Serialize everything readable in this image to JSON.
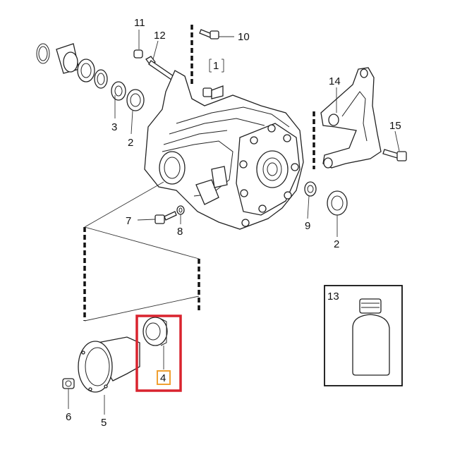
{
  "diagram": {
    "callouts": {
      "p1": "1",
      "p2a": "2",
      "p2b": "2",
      "p3": "3",
      "p4": "4",
      "p5": "5",
      "p6": "6",
      "p7": "7",
      "p8": "8",
      "p9": "9",
      "p10": "10",
      "p11": "11",
      "p12": "12",
      "p13": "13",
      "p14": "14",
      "p15": "15"
    },
    "highlight": {
      "part": "4",
      "box_color": "#d9232e",
      "label_color": "#f0a030"
    }
  }
}
